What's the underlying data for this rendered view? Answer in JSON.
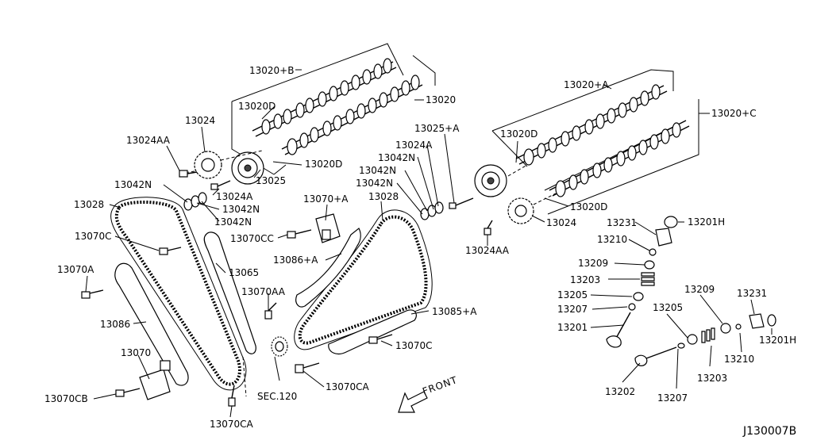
{
  "figure_id": "J130007B",
  "front_label": "FRONT",
  "labels": {
    "p13020B": "13020+B",
    "p13020": "13020",
    "p13020D_tl": "13020D",
    "p13020D_bl": "13020D",
    "p13024_l": "13024",
    "p13024AA_l": "13024AA",
    "p13025": "13025",
    "p13024A_l": "13024A",
    "p13042N_1": "13042N",
    "p13042N_2": "13042N",
    "p13042N_3": "13042N",
    "p13028_l": "13028",
    "p13070C_l": "13070C",
    "p13070A_l": "13070A",
    "p13086": "13086",
    "p13070": "13070",
    "p13070CB": "13070CB",
    "p13070CA_l": "13070CA",
    "p13065": "13065",
    "p13070Ap": "13070+A",
    "p13070CC": "13070CC",
    "p13086A": "13086+A",
    "p13070AA": "13070AA",
    "sec120": "SEC.120",
    "p13028_r": "13028",
    "p13085A": "13085+A",
    "p13070C_r": "13070C",
    "p13070CA_r": "13070CA",
    "p13025A": "13025+A",
    "p13024A_r": "13024A",
    "p13042N_4": "13042N",
    "p13042N_5": "13042N",
    "p13042N_6": "13042N",
    "p13020A": "13020+A",
    "p13020C": "13020+C",
    "p13020D_tr": "13020D",
    "p13020D_br": "13020D",
    "p13024_r": "13024",
    "p13024AA_r": "13024AA",
    "p13231_t": "13231",
    "p13201H_t": "13201H",
    "p13210_t": "13210",
    "p13209_t": "13209",
    "p13203_t": "13203",
    "p13205_t": "13205",
    "p13207_t": "13207",
    "p13201": "13201",
    "p13209_b": "13209",
    "p13231_b": "13231",
    "p13205_b": "13205",
    "p13201H_b": "13201H",
    "p13210_b": "13210",
    "p13203_b": "13203",
    "p13202": "13202",
    "p13207_b": "13207"
  }
}
